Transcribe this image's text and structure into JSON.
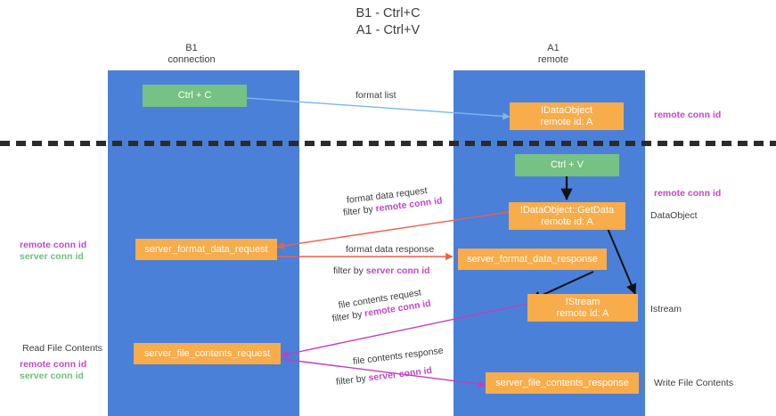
{
  "title": {
    "line1": "B1 - Ctrl+C",
    "line2": "A1 - Ctrl+V"
  },
  "lanes": [
    {
      "name": "b1",
      "title": "B1",
      "subtitle": "connection"
    },
    {
      "name": "a1",
      "title": "A1",
      "subtitle": "remote"
    }
  ],
  "colors": {
    "lane": "#4a80d8",
    "node_orange": "#f9ac4a",
    "node_green": "#76c184",
    "pink": "#c248c9",
    "green": "#6fbf7e",
    "text": "#3c3c3c",
    "arrow_blue": "#7eb6e8",
    "arrow_red": "#e8614d",
    "arrow_black": "#000000",
    "arrow_magenta": "#bf3fbf",
    "divider": "#2b2b2b"
  },
  "nodes": {
    "ctrl_c": {
      "label": "Ctrl + C"
    },
    "ctrl_v": {
      "label": "Ctrl + V"
    },
    "idataobject_top": {
      "line1": "IDataObject",
      "line2": "remote id: A"
    },
    "idataobject_getdata": {
      "line1": "IDataObject::GetData",
      "line2": "remote id: A"
    },
    "istream": {
      "line1": "IStream",
      "line2": "remote id: A"
    },
    "server_format_data_request": {
      "label": "server_format_data_request"
    },
    "server_format_data_response": {
      "label": "server_format_data_response"
    },
    "server_file_contents_request": {
      "label": "server_file_contents_request"
    },
    "server_file_contents_response": {
      "label": "server_file_contents_response"
    }
  },
  "edge_labels": {
    "format_list": "format list",
    "format_data_request": "format data request",
    "format_data_request_filter_prefix": "filter by ",
    "format_data_request_filter_key": "remote conn id",
    "format_data_response": "format data response",
    "format_data_response_filter_prefix": "filter by ",
    "format_data_response_filter_key": "server conn id",
    "file_contents_request": "file contents request",
    "file_contents_request_filter_prefix": "filter by ",
    "file_contents_request_filter_key": "remote conn id",
    "file_contents_response": "file contents response",
    "file_contents_response_filter_prefix": "filter by ",
    "file_contents_response_filter_key": "server conn id"
  },
  "side_labels": {
    "right_remote_conn_id_top": "remote conn id",
    "right_remote_conn_id_mid": "remote conn id",
    "right_dataobject": "DataObject",
    "right_istream": "Istream",
    "right_write_file_contents": "Write File Contents",
    "left_remote_conn_id_mid": "remote conn id",
    "left_server_conn_id_mid": "server conn id",
    "left_read_file_contents": "Read File Contents",
    "left_remote_conn_id_bottom": "remote conn id",
    "left_server_conn_id_bottom": "server conn id"
  }
}
